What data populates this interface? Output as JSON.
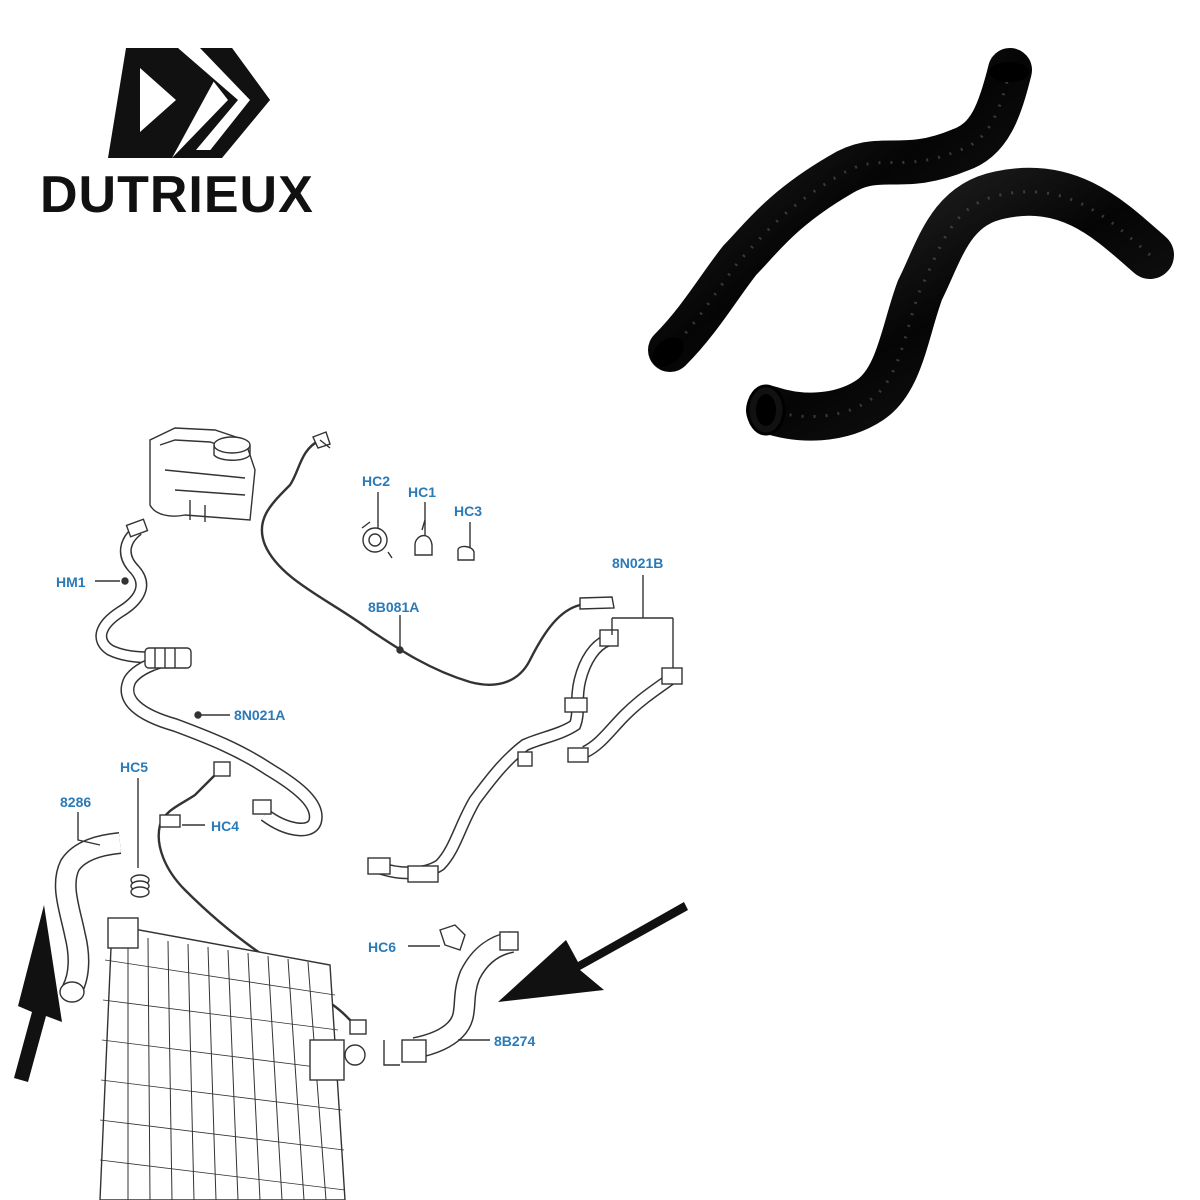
{
  "brand": {
    "name": "DUTRIEUX",
    "logo_icon": "double-chevron-logo-icon",
    "color": "#111111"
  },
  "colors": {
    "label_blue": "#2a7ab8",
    "line_gray": "#333333",
    "hose_black": "#0b0b0b",
    "arrow_black": "#111111"
  },
  "labels": {
    "hm1": "HM1",
    "hc2": "HC2",
    "hc1": "HC1",
    "hc3": "HC3",
    "n021b": "8N021B",
    "b081a": "8B081A",
    "n021a": "8N021A",
    "hc5": "HC5",
    "l8286": "8286",
    "hc4": "HC4",
    "hc6": "HC6",
    "b274": "8B274"
  }
}
